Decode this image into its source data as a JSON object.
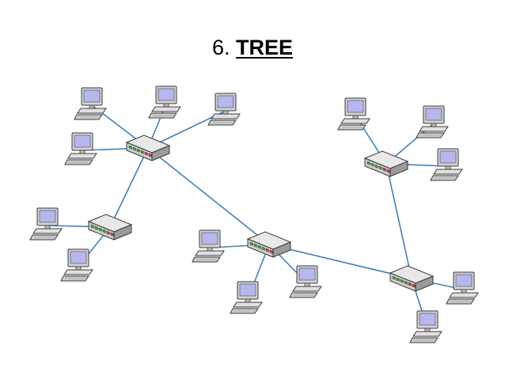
{
  "title": {
    "number": "6.",
    "text": "TREE"
  },
  "colors": {
    "link": "#3f7fbf",
    "screen": "#b7b7ef",
    "casing": "#d4d4d4",
    "outline": "#3a3a3a",
    "port_green": "#3aa33a",
    "port_red": "#cc3333"
  },
  "icons": {
    "node": "desktop-computer-icon",
    "hub": "network-switch-icon"
  },
  "topology": {
    "type": "tree",
    "hubs": [
      "hub-a",
      "hub-b",
      "hub-c",
      "hub-d",
      "hub-e"
    ],
    "links": [
      [
        "hub-a",
        "hub-b"
      ],
      [
        "hub-a",
        "hub-c"
      ],
      [
        "hub-c",
        "hub-d"
      ],
      [
        "hub-d",
        "hub-e"
      ],
      [
        "hub-a",
        "pc-1"
      ],
      [
        "hub-a",
        "pc-2"
      ],
      [
        "hub-a",
        "pc-3"
      ],
      [
        "hub-a",
        "pc-4"
      ],
      [
        "hub-b",
        "pc-5"
      ],
      [
        "hub-b",
        "pc-6"
      ],
      [
        "hub-c",
        "pc-7"
      ],
      [
        "hub-c",
        "pc-8"
      ],
      [
        "hub-c",
        "pc-9"
      ],
      [
        "hub-e",
        "pc-10"
      ],
      [
        "hub-e",
        "pc-11"
      ],
      [
        "hub-e",
        "pc-12"
      ],
      [
        "hub-d",
        "pc-13"
      ],
      [
        "hub-d",
        "pc-14"
      ]
    ]
  }
}
